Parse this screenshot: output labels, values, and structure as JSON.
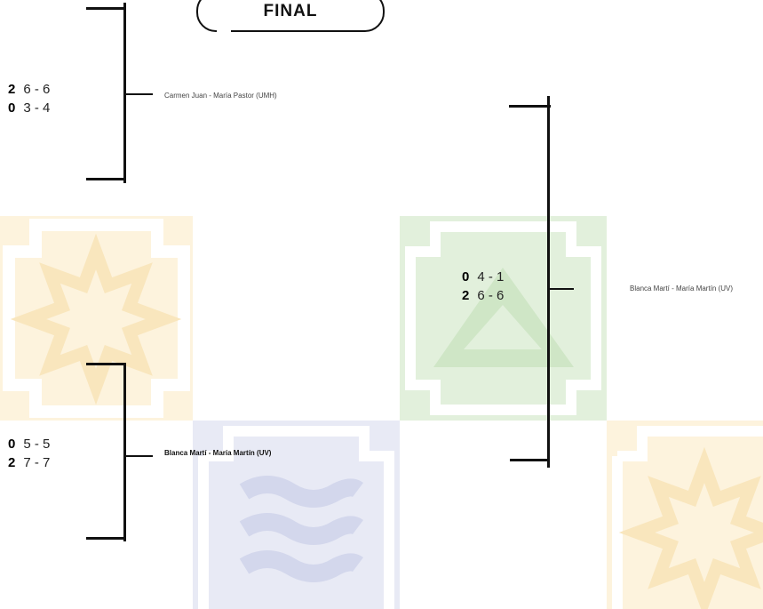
{
  "header": {
    "title": "FINAL"
  },
  "colors": {
    "tile_yellow": "#fdf3dd",
    "tile_green": "#e2f0dc",
    "tile_blue": "#e8eaf5",
    "bracket_line": "#111111"
  },
  "semifinals": [
    {
      "sets_line1": "2",
      "scores_line1": "6 - 6",
      "sets_line2": "0",
      "scores_line2": "3 - 4",
      "winner": "Carmen Juan - María Pastor (UMH)"
    },
    {
      "sets_line1": "0",
      "scores_line1": "5 - 5",
      "sets_line2": "2",
      "scores_line2": "7 - 7",
      "winner": "Blanca Martí - María Martín (UV)"
    }
  ],
  "final": {
    "sets_line1": "0",
    "scores_line1": "4 - 1",
    "sets_line2": "2",
    "scores_line2": "6 - 6",
    "winner": "Blanca Martí - María Martín (UV)"
  }
}
